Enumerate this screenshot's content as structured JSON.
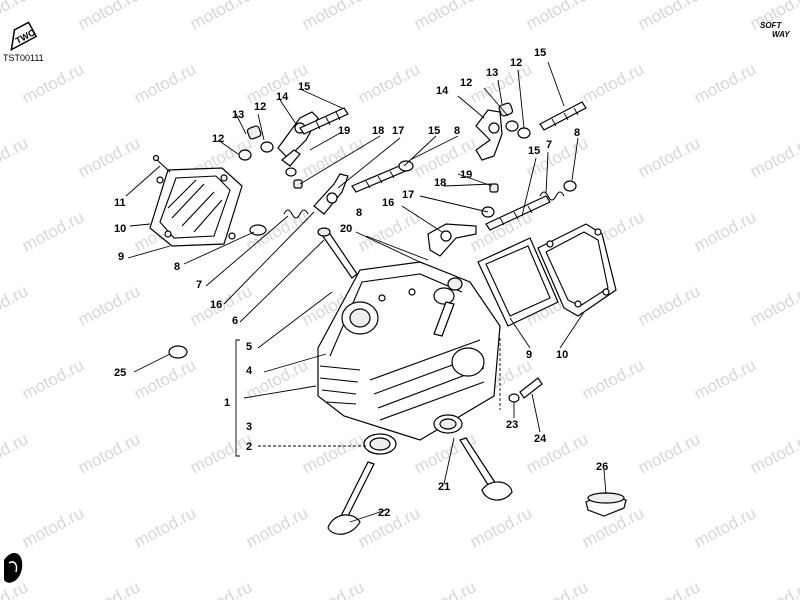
{
  "header": {
    "catalog_code": "TST00111",
    "tag_text": "TWO",
    "brand_top": "SOFT",
    "brand_bottom": "WAY"
  },
  "watermark": {
    "text": "motod.ru"
  },
  "callouts": [
    {
      "id": "1",
      "label": "1"
    },
    {
      "id": "2",
      "label": "2"
    },
    {
      "id": "3",
      "label": "3"
    },
    {
      "id": "4",
      "label": "4"
    },
    {
      "id": "5",
      "label": "5"
    },
    {
      "id": "6",
      "label": "6"
    },
    {
      "id": "7a",
      "label": "7"
    },
    {
      "id": "7b",
      "label": "7"
    },
    {
      "id": "8a",
      "label": "8"
    },
    {
      "id": "8b",
      "label": "8"
    },
    {
      "id": "8c",
      "label": "8"
    },
    {
      "id": "8d",
      "label": "8"
    },
    {
      "id": "9a",
      "label": "9"
    },
    {
      "id": "9b",
      "label": "9"
    },
    {
      "id": "10a",
      "label": "10"
    },
    {
      "id": "10b",
      "label": "10"
    },
    {
      "id": "11",
      "label": "11"
    },
    {
      "id": "12a",
      "label": "12"
    },
    {
      "id": "12b",
      "label": "12"
    },
    {
      "id": "12c",
      "label": "12"
    },
    {
      "id": "12d",
      "label": "12"
    },
    {
      "id": "13a",
      "label": "13"
    },
    {
      "id": "13b",
      "label": "13"
    },
    {
      "id": "14a",
      "label": "14"
    },
    {
      "id": "14b",
      "label": "14"
    },
    {
      "id": "15a",
      "label": "15"
    },
    {
      "id": "15b",
      "label": "15"
    },
    {
      "id": "15c",
      "label": "15"
    },
    {
      "id": "15d",
      "label": "15"
    },
    {
      "id": "16a",
      "label": "16"
    },
    {
      "id": "16b",
      "label": "16"
    },
    {
      "id": "17a",
      "label": "17"
    },
    {
      "id": "17b",
      "label": "17"
    },
    {
      "id": "18a",
      "label": "18"
    },
    {
      "id": "18b",
      "label": "18"
    },
    {
      "id": "19a",
      "label": "19"
    },
    {
      "id": "19b",
      "label": "19"
    },
    {
      "id": "20",
      "label": "20"
    },
    {
      "id": "21",
      "label": "21"
    },
    {
      "id": "22",
      "label": "22"
    },
    {
      "id": "23",
      "label": "23"
    },
    {
      "id": "24",
      "label": "24"
    },
    {
      "id": "25",
      "label": "25"
    },
    {
      "id": "26",
      "label": "26"
    }
  ]
}
